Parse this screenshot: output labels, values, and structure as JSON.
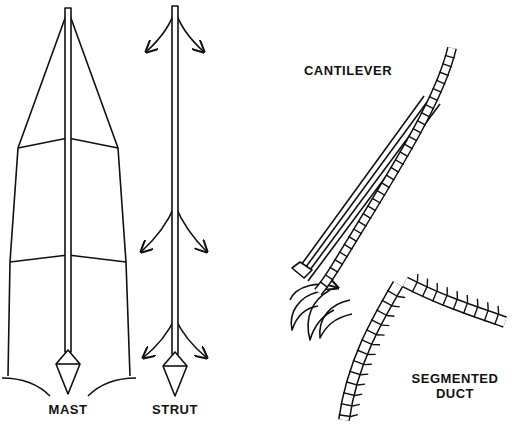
{
  "diagram": {
    "labels": [
      "MAST",
      "STRUT",
      "CANTILEVER",
      "SEGMENTED DUCT"
    ]
  }
}
